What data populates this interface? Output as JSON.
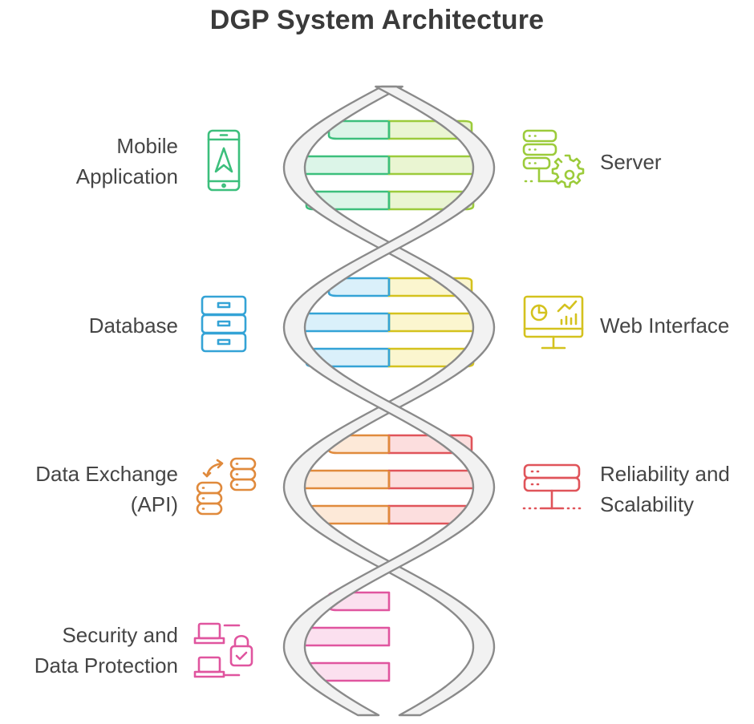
{
  "title": "DGP System Architecture",
  "colors": {
    "green": "#3cbf7c",
    "green_fill": "#dcf5e8",
    "lime": "#9ccb3b",
    "lime_fill": "#eaf5d2",
    "blue": "#34a3d6",
    "blue_fill": "#daf0fa",
    "yellow": "#d4c21e",
    "yellow_fill": "#fbf6cf",
    "orange": "#e08a3c",
    "orange_fill": "#fde9d8",
    "red": "#e0545a",
    "red_fill": "#fcdede",
    "pink": "#e0559f",
    "pink_fill": "#fbe0ef",
    "strand_fill": "#f2f2f2",
    "strand_stroke": "#8a8a8a"
  },
  "components": {
    "mobile_application": {
      "lines": [
        "Mobile",
        "Application"
      ],
      "icon": "smartphone-icon",
      "color": "green"
    },
    "server": {
      "lines": [
        "Server"
      ],
      "icon": "server-gear-icon",
      "color": "lime"
    },
    "database": {
      "lines": [
        "Database"
      ],
      "icon": "database-cabinet-icon",
      "color": "blue"
    },
    "web_interface": {
      "lines": [
        "Web Interface"
      ],
      "icon": "monitor-chart-icon",
      "color": "yellow"
    },
    "data_exchange": {
      "lines": [
        "Data Exchange",
        "(API)"
      ],
      "icon": "data-exchange-icon",
      "color": "orange"
    },
    "reliability": {
      "lines": [
        "Reliability and",
        "Scalability"
      ],
      "icon": "server-network-icon",
      "color": "red"
    },
    "security": {
      "lines": [
        "Security and",
        "Data Protection"
      ],
      "icon": "laptop-lock-icon",
      "color": "pink"
    }
  }
}
